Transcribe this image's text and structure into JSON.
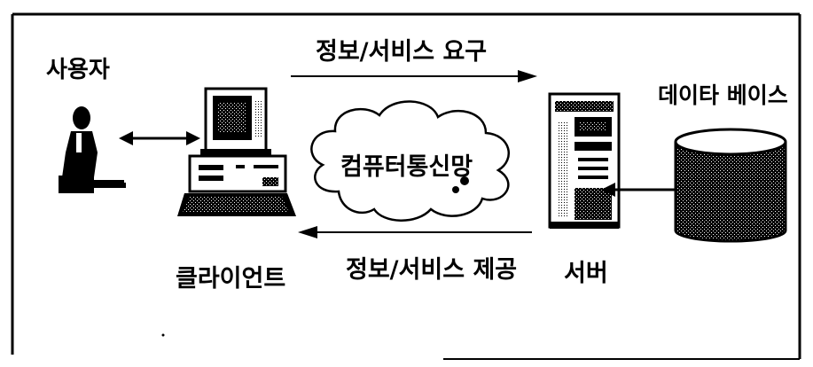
{
  "labels": {
    "user": "사용자",
    "request": "정보/서비스 요구",
    "database": "데이타 베이스",
    "network": "컴퓨터통신망",
    "client": "클라이언트",
    "provide": "정보/서비스 제공",
    "server": "서버"
  },
  "icons": {
    "user": "person-silhouette",
    "client": "desktop-computer",
    "server": "server-tower",
    "database": "database-cylinder",
    "network": "cloud"
  }
}
